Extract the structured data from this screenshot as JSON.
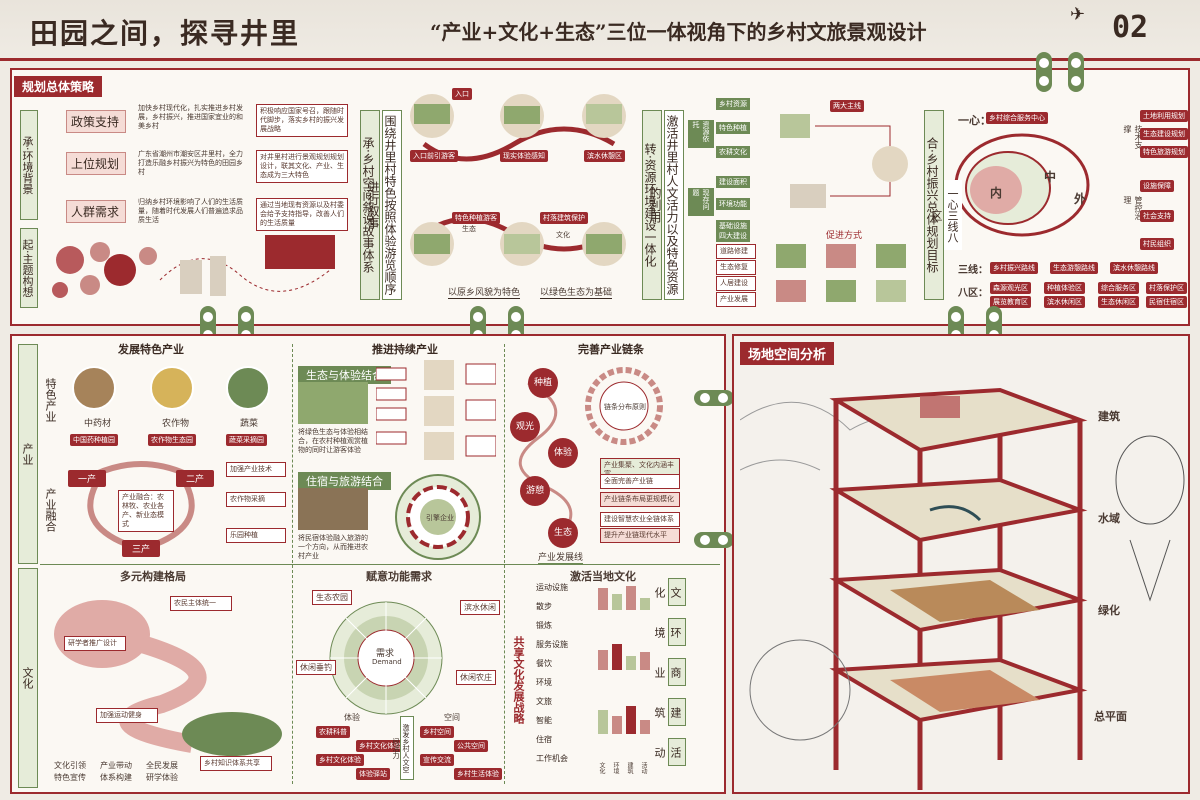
{
  "header": {
    "title_main": "田园之间，探寻井里",
    "subtitle_quote": "“产业+文化+生态”三位一体视角下的乡村文旅景观设计",
    "page_no": "02"
  },
  "planning": {
    "section_title": "规划总体策略",
    "start_label": "起·主题构想",
    "bg_label": "承·环境背景",
    "bg_items": [
      "政策支持",
      "上位规划",
      "人群需求"
    ],
    "bg_texts": [
      "加快乡村现代化，扎实推进乡村发展，乡村振兴，推进国家宜业的和美乡村",
      "广东省潮州市潮安区井里村，全力打造乐融乡村振兴为特色的田园乡村",
      "归纳乡村环境影响了人们的生活质量，随着时代发展人们普遍追求品质生活"
    ],
    "bg_texts2": [
      "积极响应国家号召，跟随时代脚步，落实乡村的振兴发展战略",
      "对井里村进行景观规划规划设计，联其文化、产业、生态成为三大特色",
      "通过当地现有资源以及村委会给予支持指导，改善人们的生活质量"
    ],
    "cheng_label": "承·乡村空间叙说故事体系",
    "cheng_text": "围绕井里村特色按照体验游览顺序进行叙事",
    "flow_labels": [
      "入口",
      "入口前引游客",
      "现实体验感知",
      "滨水休憩区",
      "特色种植游客",
      "村落建筑保护"
    ],
    "flow_small": [
      "生态",
      "文化"
    ],
    "baseline_left": "以原乡风貌为特色",
    "baseline_right": "以绿色生态为基础",
    "zhuan_label": "转·资源环境建设一体化",
    "zhuan_text": "激活井里村人文活力以及特色资源的利用",
    "res_groups": [
      "资源依托",
      "现存问题"
    ],
    "res_items": [
      "乡村资源",
      "特色种植",
      "农耕文化",
      "建设面积",
      "环境功能",
      "基础设施"
    ],
    "two_lines": "两大主线",
    "four_build": "四大建设",
    "build_items": [
      "道路修建",
      "生态修复",
      "人居建设",
      "产业发展"
    ],
    "promote": "促进方式",
    "he_label": "合·乡村振兴总体规划目标",
    "one_heart_label": "一心：",
    "one_heart_text": "乡村综合服务中心",
    "ring_labels": [
      "内",
      "中",
      "外"
    ],
    "three_lines_label": "三线：",
    "three_lines": [
      "乡村振兴路线",
      "生态游憩路线",
      "滨水休憩路线"
    ],
    "eight_label": "八区：",
    "eight_zones": [
      "森源观光区",
      "种植体验区",
      "综合服务区",
      "村落保护区",
      "展览教育区",
      "滨水休闲区",
      "生态休闲区",
      "民宿住宿区"
    ],
    "hexin_label": "一心三线八区",
    "right_items": [
      "技术支撑",
      "管控治理"
    ],
    "right_sub": [
      "土地利用规划",
      "生态建设规划",
      "特色旅游规划",
      "设施保障",
      "社会支持",
      "村民组织"
    ]
  },
  "industry": {
    "dev_title": "发展特色产业",
    "push_title": "推进持续产业",
    "perfect_title": "完善产业链条",
    "side_label_industry": "产业",
    "side_special": "特色产业",
    "side_fusion": "产业融合",
    "special_labels": [
      "中药材",
      "农作物",
      "蔬菜"
    ],
    "special_sub": [
      "中国药种植园",
      "农作物生态园",
      "蔬菜采摘园"
    ],
    "triad": [
      "一产",
      "二产",
      "三产"
    ],
    "triad_center": "产业融合：农林牧、农业各产、新业态模式",
    "triad_right": [
      "加强产业技术",
      "农作物采摘",
      "乐园种植"
    ],
    "eco_exp": "生态与体验结合",
    "stay_tour": "住宿与旅游结合",
    "eco_text": "将绿色生态与体验相结合，在农村种植观赏植物的同时让游客体验",
    "stay_text": "将民宿体验融入旅游的一个方向，从而推进农村产业",
    "chain_circles": [
      "种植",
      "观光",
      "体验",
      "游憩",
      "生态"
    ],
    "chain_center": "链条分布原则",
    "chain_right": [
      "产业集聚、文化内涵丰富",
      "全面完善产业链",
      "产业链条布局更规模化",
      "建设智慧农业全链体系",
      "提升产业链现代水平"
    ],
    "chain_line": "产业发展线",
    "diag_center": "引擎企业"
  },
  "culture": {
    "side_label": "文化",
    "multi_title": "多元构建格局",
    "multi_nodes": [
      "农民主体统一",
      "研学者推广设计",
      "加强运动健身",
      "乡村知识体系共享"
    ],
    "multi_bottom": [
      "文化引领",
      "产业带动",
      "全民发展",
      "特色宣传",
      "体系构建",
      "研学体验"
    ],
    "need_title": "赋意功能需求",
    "need_labels": [
      "生态农园",
      "滨水休闲",
      "休闲垂钓",
      "休闲农庄"
    ],
    "need_center": "需求",
    "need_center_en": "Demand",
    "need_bottom": [
      "体验",
      "空间"
    ],
    "need_rows": [
      "农耕科普",
      "乡村文化体验",
      "乡村文化体验",
      "体验驿站",
      "乡村空间",
      "公共空间",
      "宣传交流",
      "乡村生活体验"
    ],
    "need_vert": "激发乡村人文空间活力",
    "share_title": "激活当地文化",
    "share_vert": "共享文化发展战略",
    "share_items": [
      "运动设施",
      "散步",
      "锻炼",
      "服务设施",
      "餐饮",
      "环境",
      "文旅",
      "智能",
      "住宿",
      "工作机会"
    ],
    "share_cols": [
      "文化",
      "环境",
      "商业",
      "建筑",
      "活动"
    ],
    "share_bar_sub": [
      "文化",
      "环境",
      "建筑",
      "活动"
    ]
  },
  "site": {
    "title": "场地空间分析",
    "layers": [
      "建筑",
      "水域",
      "绿化",
      "总平面"
    ]
  }
}
